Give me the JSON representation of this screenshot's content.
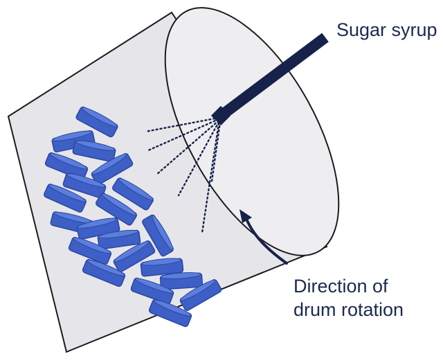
{
  "labels": {
    "syrup": "Sugar syrup",
    "rotation_line1": "Direction of",
    "rotation_line2": "drum rotation"
  },
  "colors": {
    "drum_fill": "#e6e6ea",
    "drum_outline": "#1b1b1b",
    "pipe": "#16224a",
    "spray": "#16224a",
    "tablet_fill": "#3d5fc6",
    "tablet_edge": "#2a47a0",
    "arrow": "#16224a"
  },
  "icons": [
    "drum-icon",
    "spray-pipe-icon",
    "rotation-arrow-icon",
    "tablet-icon"
  ]
}
